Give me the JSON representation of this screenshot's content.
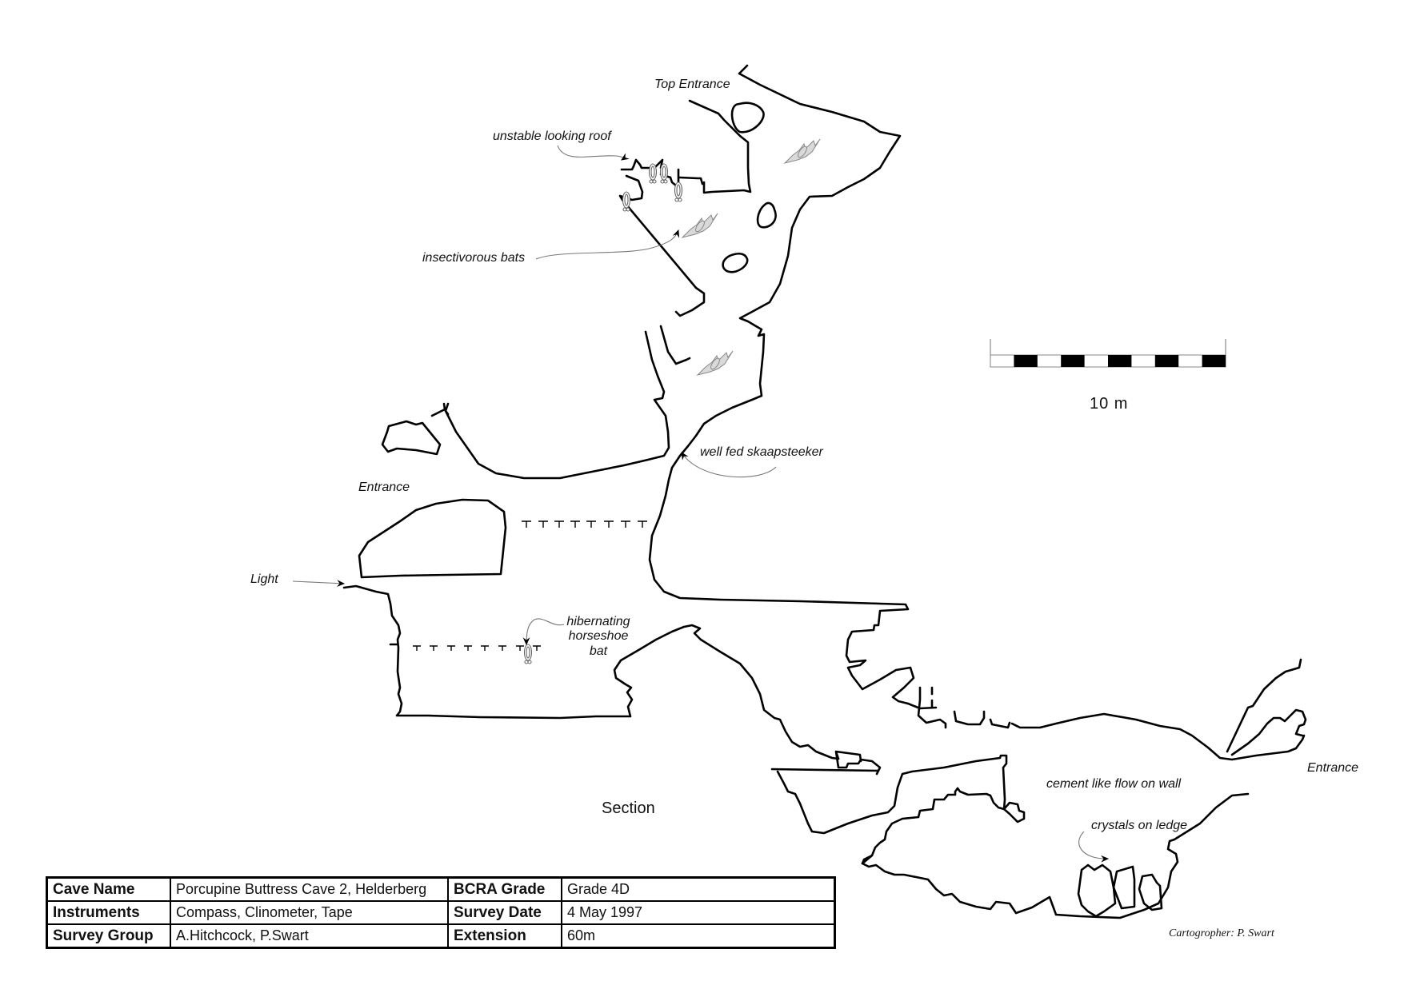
{
  "map": {
    "type": "cave survey plan",
    "section_label": "Section",
    "labels": {
      "top_entrance": "Top Entrance",
      "unstable_roof": "unstable looking roof",
      "insectivorous_bats": "insectivorous bats",
      "well_fed_skaapsteeker": "well fed skaapsteeker",
      "entrance_left": "Entrance",
      "light": "Light",
      "hibernating_bat_1": "hibernating",
      "hibernating_bat_2": "horseshoe",
      "hibernating_bat_3": "bat",
      "cement_flow": "cement like flow on wall",
      "crystals": "crystals on ledge",
      "entrance_right": "Entrance"
    },
    "scale_bar": {
      "label": "10 m",
      "segments": 10,
      "colors": [
        "#ffffff",
        "#000000"
      ]
    },
    "icons": [
      "flying-bat-icon",
      "hanging-bat-icon",
      "arrow-icon"
    ],
    "cartographer": "Cartogropher: P. Swart"
  },
  "info_table": {
    "rows": [
      {
        "k1": "Cave Name",
        "v1": "Porcupine Buttress Cave 2, Helderberg",
        "k2": "BCRA Grade",
        "v2": "Grade 4D"
      },
      {
        "k1": "Instruments",
        "v1": "Compass, Clinometer, Tape",
        "k2": "Survey Date",
        "v2": "4 May 1997"
      },
      {
        "k1": "Survey Group",
        "v1": "A.Hitchcock, P.Swart",
        "k2": "Extension",
        "v2": "60m"
      }
    ]
  }
}
